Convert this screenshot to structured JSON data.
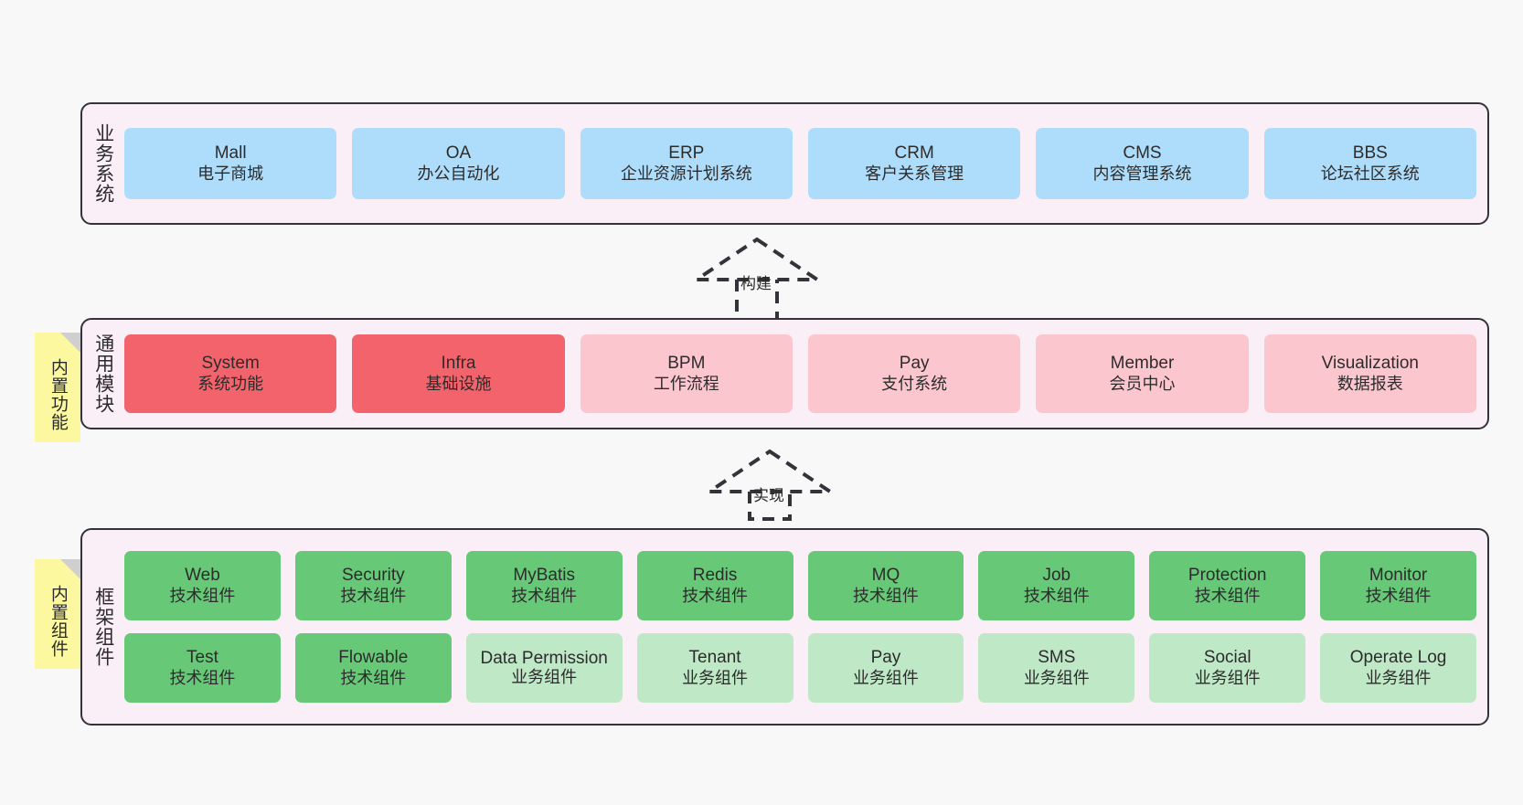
{
  "diagram": {
    "background_color": "#f8f8f8",
    "layer_fill": "#faeef7",
    "layer_border": "#33333a"
  },
  "layers": [
    {
      "id": "business-system",
      "title": "业务系统",
      "card_color": "#aeddfb",
      "items": [
        {
          "en": "Mall",
          "cn": "电子商城"
        },
        {
          "en": "OA",
          "cn": "办公自动化"
        },
        {
          "en": "ERP",
          "cn": "企业资源计划系统"
        },
        {
          "en": "CRM",
          "cn": "客户关系管理"
        },
        {
          "en": "CMS",
          "cn": "内容管理系统"
        },
        {
          "en": "BBS",
          "cn": "论坛社区系统"
        }
      ]
    },
    {
      "id": "common-module",
      "title": "通用模块",
      "note": "内置功能",
      "note_color": "#fcf8a0",
      "strong_color": "#f3636b",
      "soft_color": "#fcc6cf",
      "items": [
        {
          "en": "System",
          "cn": "系统功能",
          "emphasis": "strong"
        },
        {
          "en": "Infra",
          "cn": "基础设施",
          "emphasis": "strong"
        },
        {
          "en": "BPM",
          "cn": "工作流程",
          "emphasis": "soft"
        },
        {
          "en": "Pay",
          "cn": "支付系统",
          "emphasis": "soft"
        },
        {
          "en": "Member",
          "cn": "会员中心",
          "emphasis": "soft"
        },
        {
          "en": "Visualization",
          "cn": "数据报表",
          "emphasis": "soft"
        }
      ]
    },
    {
      "id": "framework-component",
      "title": "框架组件",
      "note": "内置组件",
      "note_color": "#fcf8a0",
      "tech_color": "#67c878",
      "biz_color": "#bfe8c6",
      "rows": [
        [
          {
            "en": "Web",
            "cn": "技术组件",
            "kind": "tech"
          },
          {
            "en": "Security",
            "cn": "技术组件",
            "kind": "tech"
          },
          {
            "en": "MyBatis",
            "cn": "技术组件",
            "kind": "tech"
          },
          {
            "en": "Redis",
            "cn": "技术组件",
            "kind": "tech"
          },
          {
            "en": "MQ",
            "cn": "技术组件",
            "kind": "tech"
          },
          {
            "en": "Job",
            "cn": "技术组件",
            "kind": "tech"
          },
          {
            "en": "Protection",
            "cn": "技术组件",
            "kind": "tech"
          },
          {
            "en": "Monitor",
            "cn": "技术组件",
            "kind": "tech"
          }
        ],
        [
          {
            "en": "Test",
            "cn": "技术组件",
            "kind": "tech"
          },
          {
            "en": "Flowable",
            "cn": "技术组件",
            "kind": "tech"
          },
          {
            "en": "Data Permission",
            "cn": "业务组件",
            "kind": "biz"
          },
          {
            "en": "Tenant",
            "cn": "业务组件",
            "kind": "biz"
          },
          {
            "en": "Pay",
            "cn": "业务组件",
            "kind": "biz"
          },
          {
            "en": "SMS",
            "cn": "业务组件",
            "kind": "biz"
          },
          {
            "en": "Social",
            "cn": "业务组件",
            "kind": "biz"
          },
          {
            "en": "Operate Log",
            "cn": "业务组件",
            "kind": "biz"
          }
        ]
      ]
    }
  ],
  "connectors": [
    {
      "id": "build",
      "label": "构建",
      "from": "common-module",
      "to": "business-system"
    },
    {
      "id": "implement",
      "label": "实现",
      "from": "framework-component",
      "to": "common-module"
    }
  ]
}
